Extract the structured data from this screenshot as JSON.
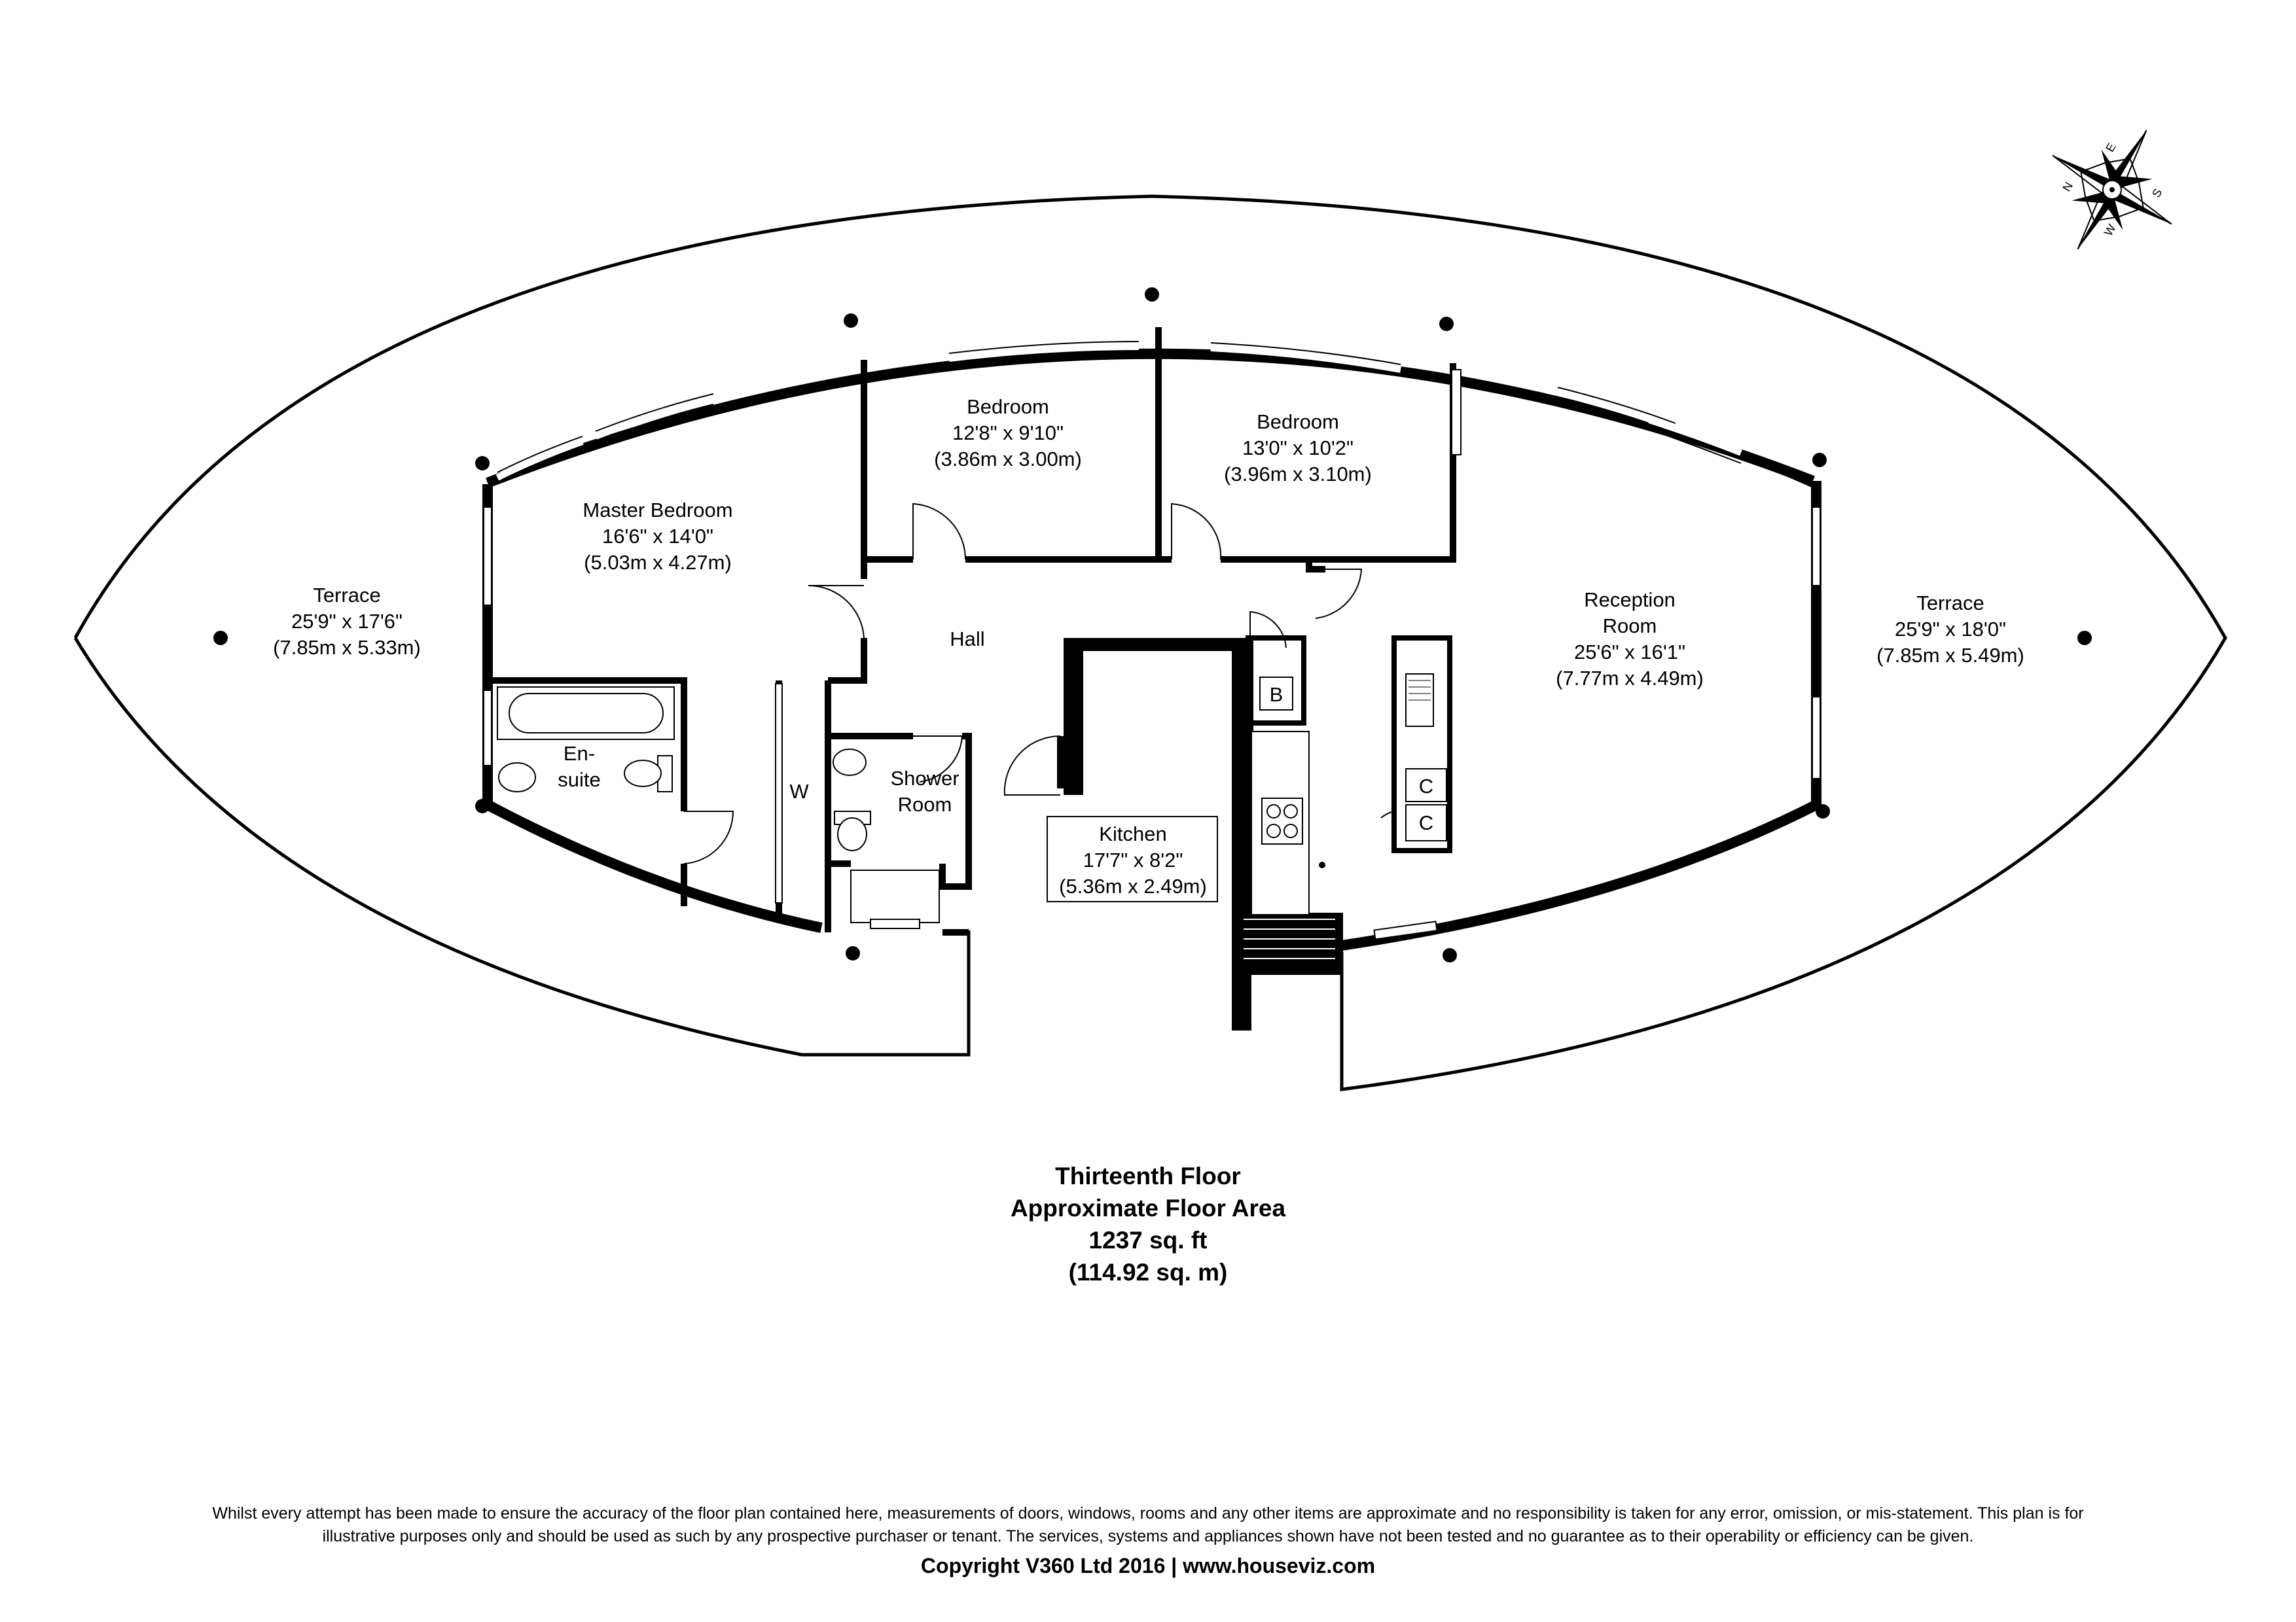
{
  "rooms": [
    {
      "id": "terrace-left",
      "name_lines": [
        "Terrace"
      ],
      "dims_imperial": "25'9\" x 17'6\"",
      "dims_metric": "(7.85m x 5.33m)"
    },
    {
      "id": "master-bedroom",
      "name_lines": [
        "Master Bedroom"
      ],
      "dims_imperial": "16'6\" x 14'0\"",
      "dims_metric": "(5.03m x 4.27m)"
    },
    {
      "id": "bedroom-1",
      "name_lines": [
        "Bedroom"
      ],
      "dims_imperial": "12'8\" x 9'10\"",
      "dims_metric": "(3.86m x 3.00m)"
    },
    {
      "id": "bedroom-2",
      "name_lines": [
        "Bedroom"
      ],
      "dims_imperial": "13'0\" x 10'2\"",
      "dims_metric": "(3.96m x 3.10m)"
    },
    {
      "id": "reception-room",
      "name_lines": [
        "Reception",
        "Room"
      ],
      "dims_imperial": "25'6\" x 16'1\"",
      "dims_metric": "(7.77m x 4.49m)"
    },
    {
      "id": "terrace-right",
      "name_lines": [
        "Terrace"
      ],
      "dims_imperial": "25'9\" x 18'0\"",
      "dims_metric": "(7.85m x 5.49m)"
    },
    {
      "id": "hall",
      "name_lines": [
        "Hall"
      ],
      "dims_imperial": "",
      "dims_metric": ""
    },
    {
      "id": "en-suite",
      "name_lines": [
        "En-",
        "suite"
      ],
      "dims_imperial": "",
      "dims_metric": ""
    },
    {
      "id": "shower-room",
      "name_lines": [
        "Shower",
        "Room"
      ],
      "dims_imperial": "",
      "dims_metric": ""
    },
    {
      "id": "kitchen",
      "name_lines": [
        "Kitchen"
      ],
      "dims_imperial": "17'7\" x 8'2\"",
      "dims_metric": "(5.36m x 2.49m)"
    }
  ],
  "fixtures": {
    "wardrobe": "W",
    "boiler": "B",
    "cupboard_1": "C",
    "cupboard_2": "C"
  },
  "compass": {
    "n": "N",
    "e": "E",
    "s": "S",
    "w": "W"
  },
  "summary": {
    "floor": "Thirteenth Floor",
    "area_label": "Approximate Floor Area",
    "area_sqft": "1237 sq. ft",
    "area_sqm": "(114.92 sq. m)"
  },
  "disclaimer": {
    "line1": "Whilst every attempt has been made to ensure the accuracy of the floor plan contained here, measurements of doors, windows, rooms and any other items are approximate and no responsibility is taken for any error, omission, or mis-statement. This plan is for",
    "line2": "illustrative purposes only and should be used as such by any prospective purchaser or tenant. The services, systems and appliances shown have not been tested and no guarantee as to their operability or efficiency can be given.",
    "copyright": "Copyright V360 Ltd 2016 | www.houseviz.com"
  },
  "colors": {
    "wall": "#000000",
    "background": "#ffffff",
    "fixture_fill": "#e6e6e6"
  }
}
